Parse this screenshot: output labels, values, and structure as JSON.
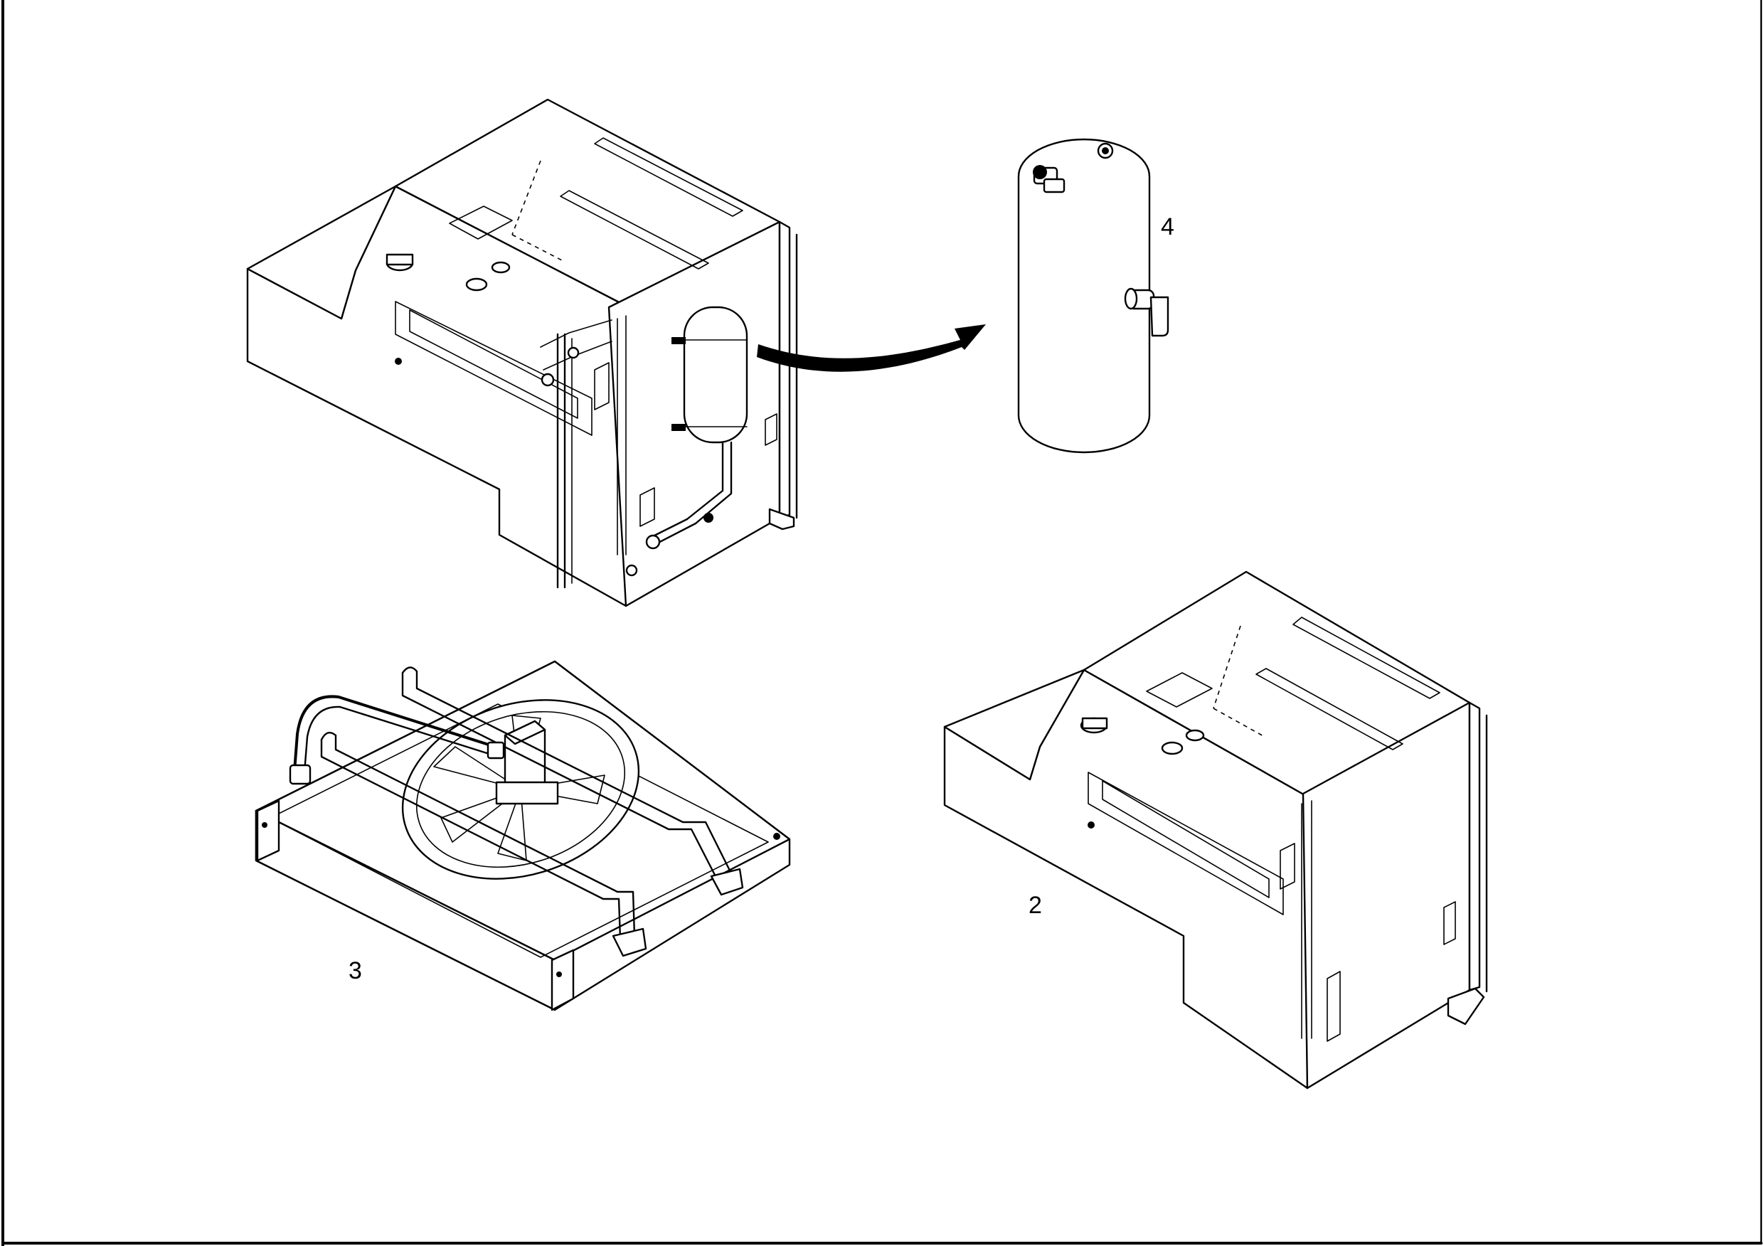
{
  "diagram": {
    "callouts": {
      "assembly_2": "2",
      "assembly_3": "3",
      "assembly_4": "4"
    },
    "parts": {
      "top_assembly": "frame-with-air-tank-icon",
      "air_tank_detail": "air-tank-icon",
      "lower_right_frame": "frame-icon",
      "radiator_fan": "radiator-fan-icon",
      "arrow": "curved-arrow-icon"
    },
    "colors": {
      "ink": "#000000",
      "paper": "#ffffff"
    }
  }
}
